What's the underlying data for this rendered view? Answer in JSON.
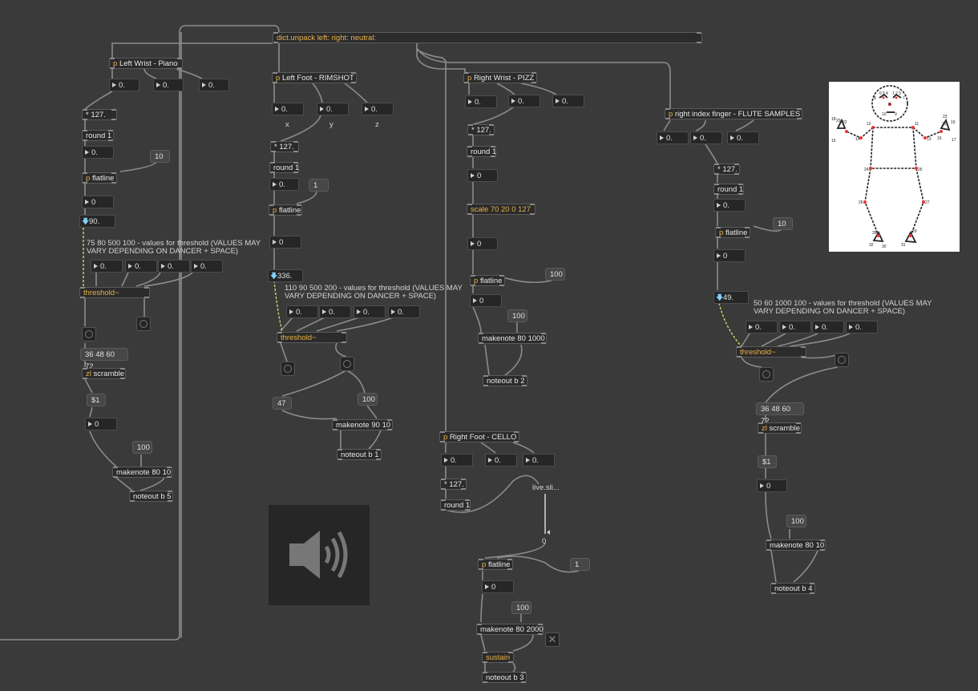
{
  "colors": {
    "background": "#3a3a3a",
    "cable": "#8c8c8c",
    "signal_cable": "#d9d36a",
    "object_bg": "#2b2b2b",
    "subpatch_prefix": "#e8b24a"
  },
  "dict_unpack": {
    "label": "dict.unpack left: right: neutral:"
  },
  "col1": {
    "subpatch": "Left Wrist - Piano",
    "nums": [
      "0.",
      "0.",
      "0."
    ],
    "mul": "* 127.",
    "round": "round 1",
    "num_round": "0.",
    "flatline_msg": "10",
    "flatline": "flatline",
    "num_flat": "0",
    "ctrl": "90.",
    "comment": "75 80 500 100 - values for threshold (VALUES MAY VARY DEPENDING ON DANCER + SPACE)",
    "thr_nums": [
      "0.",
      "0.",
      "0.",
      "0."
    ],
    "threshold": "threshold~",
    "notes_msg": "36 48 60 72",
    "scramble": "scramble",
    "dollar": "$1",
    "num_out": "0",
    "vel_msg": "100",
    "makenote": "makenote 80 10",
    "noteout": "noteout b 5"
  },
  "col2": {
    "subpatch": "Left Foot - RIMSHOT",
    "nums": [
      "0.",
      "0.",
      "0."
    ],
    "axis": [
      "x",
      "y",
      "z"
    ],
    "mul": "* 127.",
    "round": "round 1",
    "num_round": "0.",
    "flatline_msg": "1",
    "flatline": "flatline",
    "num_flat": "0",
    "ctrl": "336.",
    "comment": "110 90 500 200 - values for threshold (VALUES MAY VARY DEPENDING ON DANCER + SPACE)",
    "thr_nums": [
      "0.",
      "0.",
      "0.",
      "0."
    ],
    "threshold": "threshold~",
    "pitch_msg": "47",
    "vel_msg": "100",
    "makenote": "makenote 90 10",
    "noteout": "noteout b 1"
  },
  "col3": {
    "subpatch": "Right Wrist - PIZZ",
    "nums": [
      "0.",
      "0.",
      "0."
    ],
    "mul": "* 127.",
    "round": "round 1",
    "num_round": "0",
    "scale": "scale 70 20 0 127",
    "num_scale": "0",
    "flatline_msg": "100",
    "flatline": "flatline",
    "num_flat": "0",
    "vel_msg": "100",
    "makenote": "makenote 80 1000",
    "noteout": "noteout b 2"
  },
  "col4": {
    "subpatch": "Right Foot - CELLO",
    "nums": [
      "0.",
      "0.",
      "0."
    ],
    "mul": "* 127.",
    "round": "round 1",
    "slider_label": "live.sli...",
    "slider_value": "0",
    "flatline_msg": "1",
    "flatline": "flatline",
    "num_flat": "0",
    "vel_msg": "100",
    "makenote": "makenote 80 2000",
    "sustain": "sustain",
    "noteout": "noteout b 3"
  },
  "col5": {
    "subpatch": "right index finger - FLUTE SAMPLES",
    "nums": [
      "0.",
      "0.",
      "0."
    ],
    "mul": "* 127.",
    "round": "round 1",
    "num_round": "0.",
    "flatline_msg": "10",
    "flatline": "flatline",
    "num_flat": "0",
    "ctrl": "49.",
    "comment": "50 60 1000 100 - values for threshold (VALUES MAY VARY DEPENDING ON DANCER + SPACE)",
    "thr_nums": [
      "0.",
      "0.",
      "0.",
      "0."
    ],
    "threshold": "threshold~",
    "notes_msg": "36 48 60 72",
    "scramble": "scramble",
    "dollar": "$1",
    "num_out": "0",
    "vel_msg": "100",
    "makenote": "makenote 80 10",
    "noteout": "noteout b 4"
  },
  "prefix": {
    "p": "p",
    "zl": "zl"
  },
  "pose_labels": {
    "n0": "0",
    "n1": "1",
    "n2": "2",
    "n3": "3",
    "n4": "4",
    "n5": "5",
    "n6": "6",
    "n7": "7",
    "n8": "8",
    "n9": "9",
    "n10": "10",
    "n11": "11",
    "n12": "12",
    "n13": "13",
    "n14": "14",
    "n15": "15",
    "n16": "16",
    "n17": "17",
    "n18": "18",
    "n19": "19",
    "n20": "20",
    "n21": "21",
    "n22": "22",
    "n23": "23",
    "n24": "24",
    "n25": "25",
    "n26": "26",
    "n27": "27",
    "n28": "28",
    "n29": "29",
    "n30": "30",
    "n31": "31",
    "n32": "32"
  },
  "icons": {
    "speaker": "speaker-icon",
    "close": "close-icon",
    "bang": "bang-icon",
    "slider": "slider-icon"
  }
}
